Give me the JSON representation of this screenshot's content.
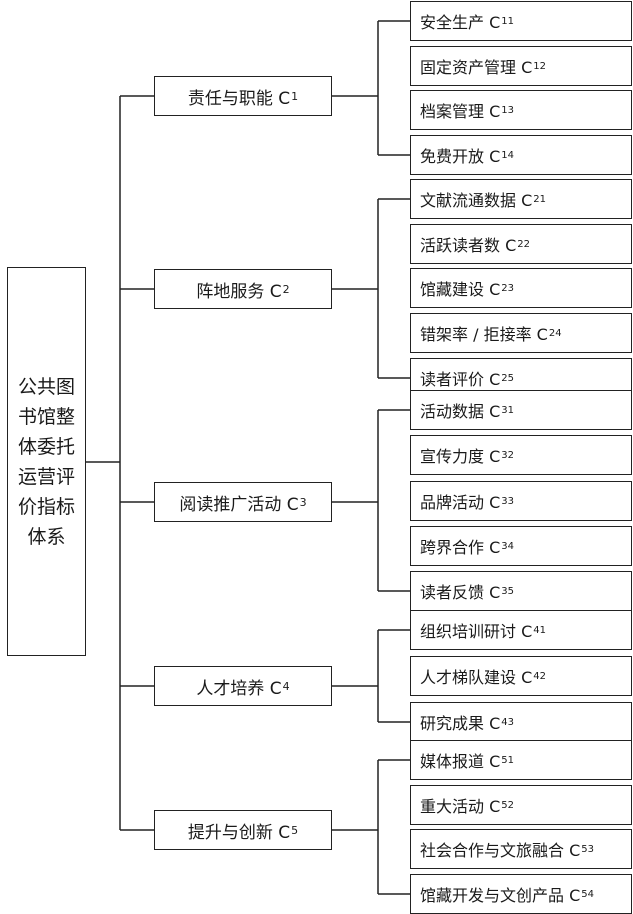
{
  "root": {
    "label": "公共图书馆整体委托运营评价指标体系",
    "lines": [
      "公共图",
      "书馆整",
      "体委托",
      "运营评",
      "价指标",
      "体系"
    ]
  },
  "categories": [
    {
      "name": "责任与职能 C",
      "sub": "1",
      "items": [
        {
          "name": "安全生产 C",
          "sub": "11"
        },
        {
          "name": "固定资产管理 C",
          "sub": "12"
        },
        {
          "name": "档案管理 C",
          "sub": "13"
        },
        {
          "name": "免费开放 C",
          "sub": "14"
        }
      ]
    },
    {
      "name": "阵地服务 C",
      "sub": "2",
      "items": [
        {
          "name": "文献流通数据 C",
          "sub": "21"
        },
        {
          "name": "活跃读者数 C",
          "sub": "22"
        },
        {
          "name": "馆藏建设 C",
          "sub": "23"
        },
        {
          "name": "错架率 / 拒接率 C",
          "sub": "24"
        },
        {
          "name": "读者评价 C",
          "sub": "25"
        }
      ]
    },
    {
      "name": "阅读推广活动 C",
      "sub": "3",
      "items": [
        {
          "name": "活动数据 C",
          "sub": "31"
        },
        {
          "name": "宣传力度 C",
          "sub": "32"
        },
        {
          "name": "品牌活动 C",
          "sub": "33"
        },
        {
          "name": "跨界合作 C",
          "sub": "34"
        },
        {
          "name": "读者反馈 C",
          "sub": "35"
        }
      ]
    },
    {
      "name": "人才培养 C",
      "sub": "4",
      "items": [
        {
          "name": "组织培训研讨 C",
          "sub": "41"
        },
        {
          "name": "人才梯队建设 C",
          "sub": "42"
        },
        {
          "name": "研究成果 C",
          "sub": "43"
        }
      ]
    },
    {
      "name": "提升与创新 C",
      "sub": "5",
      "items": [
        {
          "name": "媒体报道 C",
          "sub": "51"
        },
        {
          "name": "重大活动 C",
          "sub": "52"
        },
        {
          "name": "社会合作与文旅融合 C",
          "sub": "53"
        },
        {
          "name": "馆藏开发与文创产品 C",
          "sub": "54"
        }
      ]
    }
  ]
}
